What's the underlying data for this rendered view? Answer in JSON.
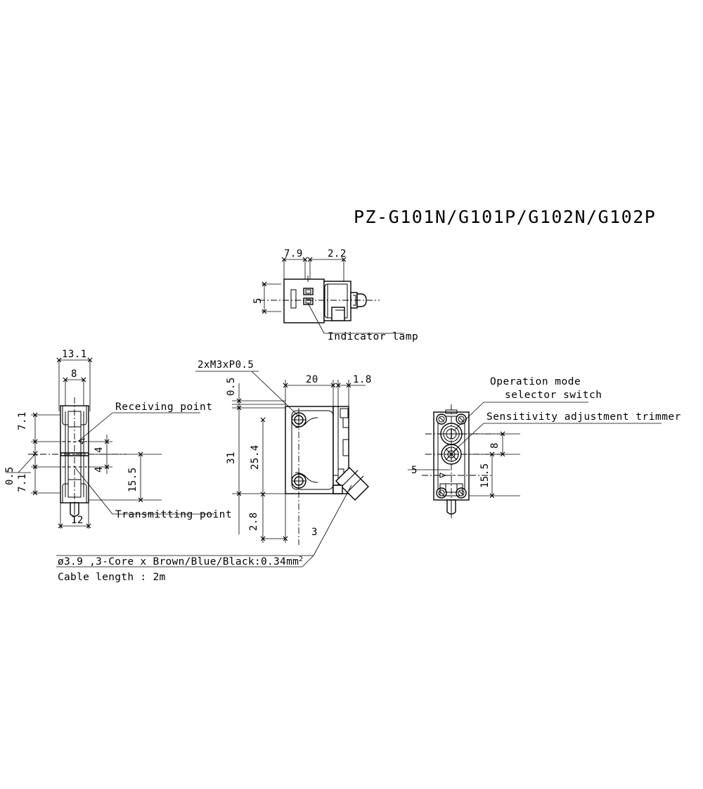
{
  "drawing": {
    "title": "PZ-G101N/G101P/G102N/G102P",
    "title_label": "part-number-title"
  },
  "top_view": {
    "name": "top-view",
    "dimensions": {
      "d_7_9": "7.9",
      "d_2_2": "2.2",
      "d_5": "5"
    },
    "callouts": {
      "indicator_lamp": "Indicator lamp"
    }
  },
  "front_view": {
    "name": "front-view",
    "dimensions": {
      "d_13_1": "13.1",
      "d_8": "8",
      "d_12": "12",
      "d_7_1_top": "7.1",
      "d_0_5": "0.5",
      "d_7_1_bottom": "7.1",
      "d_4_upper": "4",
      "d_4_lower": "4",
      "d_15_5": "15.5"
    },
    "callouts": {
      "receiving_point": "Receiving point",
      "transmitting_point": "Transmitting point"
    }
  },
  "side_view": {
    "name": "side-view",
    "dimensions": {
      "d_0_5": "0.5",
      "d_31": "31",
      "d_25_4": "25.4",
      "d_2_8": "2.8",
      "d_3": "3",
      "d_20": "20",
      "d_1_8": "1.8"
    },
    "callouts": {
      "thread": "2xM3xP0.5"
    }
  },
  "rear_view": {
    "name": "rear-view",
    "dimensions": {
      "d_8": "8",
      "d_15_5": "15.5",
      "d_5": "5"
    },
    "callouts": {
      "operation_mode_line1": "Operation mode",
      "operation_mode_line2": "selector switch",
      "sensitivity_trimmer": "Sensitivity adjustment trimmer"
    }
  },
  "cable_note": {
    "name": "cable-specification-note",
    "line1_prefix": "ø3.9 ,3-Core x Brown/Blue/Black:0.34mm",
    "line1_superscript": "2",
    "line2": "Cable length :  2m"
  }
}
